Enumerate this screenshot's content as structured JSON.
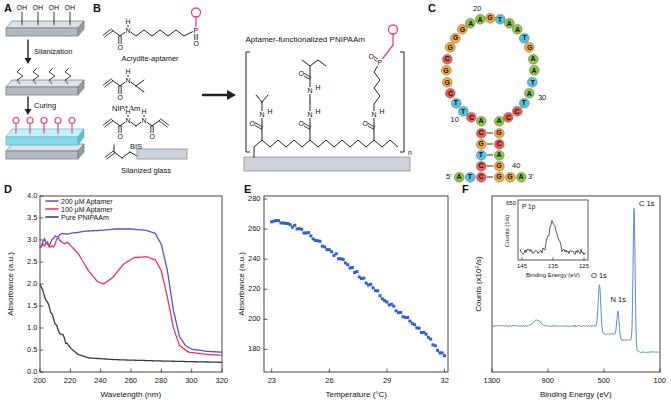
{
  "diagram": {
    "nodes": [
      {
        "text": [
          "A"
        ]
      },
      {
        "text": [
          "T"
        ]
      },
      {
        "text": [
          "C"
        ]
      },
      {
        "text": [
          "C"
        ]
      },
      {
        "text": [
          "T"
        ]
      },
      {
        "text": [
          "G"
        ]
      },
      {
        "text": [
          "C"
        ]
      },
      {
        "text": [
          "A"
        ]
      },
      {
        "text": [
          "C"
        ]
      },
      {
        "text": [
          "T"
        ]
      },
      {
        "text": [
          "T"
        ]
      },
      {
        "text": [
          "C"
        ]
      },
      {
        "text": [
          "G"
        ]
      },
      {
        "text": [
          "G"
        ]
      },
      {
        "text": [
          "C"
        ]
      },
      {
        "text": [
          "G"
        ]
      },
      {
        "text": [
          "G"
        ]
      },
      {
        "text": [
          "G"
        ]
      },
      {
        "text": [
          "A"
        ]
      },
      {
        "text": [
          "A"
        ]
      },
      {
        "text": [
          "G"
        ]
      },
      {
        "text": [
          "T"
        ]
      },
      {
        "text": [
          "A"
        ]
      },
      {
        "text": [
          "A"
        ]
      },
      {
        "text": [
          "T"
        ]
      },
      {
        "text": [
          "G"
        ]
      },
      {
        "text": [
          "A"
        ]
      },
      {
        "text": [
          "A"
        ]
      },
      {
        "text": [
          "T"
        ]
      },
      {
        "text": [
          "A"
        ]
      },
      {
        "text": [
          "T"
        ]
      },
      {
        "text": [
          "C"
        ]
      },
      {
        "text": [
          "C"
        ]
      },
      {
        "text": [
          "A"
        ]
      },
      {
        "text": [
          "G"
        ]
      },
      {
        "text": [
          "C"
        ]
      },
      {
        "text": [
          "A"
        ]
      },
      {
        "text": [
          "G"
        ]
      },
      {
        "text": [
          "G"
        ]
      },
      {
        "text": [
          "G"
        ]
      },
      {
        "text": [
          "A"
        ]
      }
    ],
    "edges": [
      {
        "from": 2,
        "to": 38,
        "arrow": "none"
      },
      {
        "from": 3,
        "to": 37,
        "arrow": "none"
      },
      {
        "from": 4,
        "to": 36,
        "arrow": "none"
      },
      {
        "from": 5,
        "to": 35,
        "arrow": "none"
      },
      {
        "from": 6,
        "to": 34,
        "arrow": "none"
      }
    ],
    "labels": [
      "A",
      "OH",
      "OH",
      "OH",
      "OH",
      "Silanization",
      "Curing",
      "B",
      "Acrydite-aptamer",
      "NIPAAm",
      "BIS",
      "Silanized glass",
      "Aptamer-functionalized PNIPAAm",
      "O",
      "N",
      "H",
      "P",
      "O",
      "O",
      "N",
      "H",
      "O",
      "N",
      "H",
      "N",
      "H",
      "O",
      "O",
      "N",
      "H",
      "O",
      "N",
      "H",
      "N",
      "H",
      "O",
      "O",
      "N",
      "H",
      "P",
      "O",
      "n",
      "C",
      "20",
      "10",
      "30",
      "40",
      "5'",
      "3'",
      "D",
      "4.0",
      "3.5",
      "3.0",
      "2.5",
      "2.0",
      "1.5",
      "1.0",
      "0.5",
      "0.0",
      "200",
      "220",
      "240",
      "260",
      "280",
      "300",
      "320",
      "Absorbance (a.u.)",
      "Wavelength (nm)",
      "E",
      "280",
      "260",
      "240",
      "220",
      "200",
      "180",
      "23",
      "26",
      "29",
      "32",
      "Absorbance (a.u.)",
      "Temperature (°C)",
      "F",
      "Counts (x10⁵/s)",
      "1300",
      "900",
      "500",
      "100",
      "Binding Energy (eV)",
      "C 1s",
      "O 1s",
      "N 1s",
      "P 1p",
      "Counts (1/s)",
      "650",
      "145",
      "135",
      "125",
      "Binding Energy (eV)"
    ],
    "legend": [
      {
        "text": "200 µM Aptamer"
      },
      {
        "text": "100 µM Aptamer"
      },
      {
        "text": "Pure PNIPAAm"
      }
    ]
  }
}
